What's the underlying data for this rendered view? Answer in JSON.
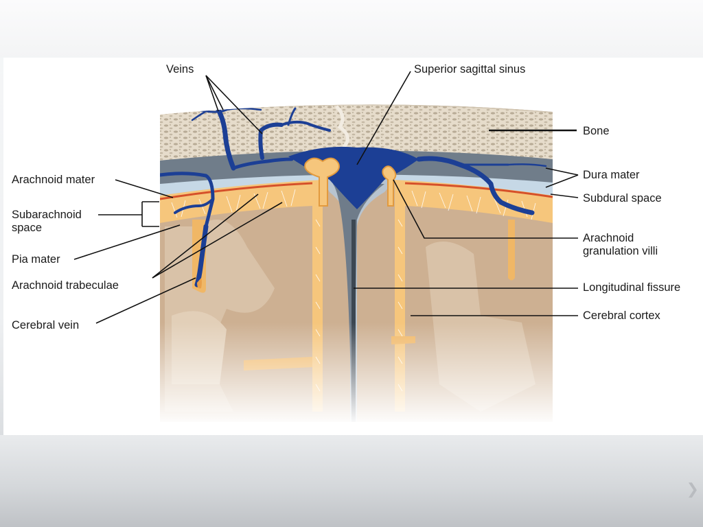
{
  "labels": {
    "veins": "Veins",
    "superior_sagittal_sinus": "Superior sagittal sinus",
    "bone": "Bone",
    "dura_mater": "Dura mater",
    "subdural_space": "Subdural space",
    "arachnoid_granulation_villi": [
      "Arachnoid",
      "granulation villi"
    ],
    "longitudinal_fissure": "Longitudinal fissure",
    "cerebral_cortex": "Cerebral cortex",
    "arachnoid_mater": "Arachnoid mater",
    "subarachnoid_space": [
      "Subarachnoid",
      "space"
    ],
    "pia_mater": "Pia mater",
    "arachnoid_trabeculae": "Arachnoid trabeculae",
    "cerebral_vein": "Cerebral vein"
  },
  "colors": {
    "bone": "#e3d8c6",
    "bone_pore": "#bfb3a0",
    "dura": "#6f7c8a",
    "subdural": "#a9c6d8",
    "arachnoid_layer": "#f7c87a",
    "pia": "#d9532a",
    "cortex": "#c9ab8c",
    "cortex_light": "#d8bfa3",
    "vein": "#1c3f95",
    "sinus": "#163a8e",
    "leader_line": "#111111"
  }
}
